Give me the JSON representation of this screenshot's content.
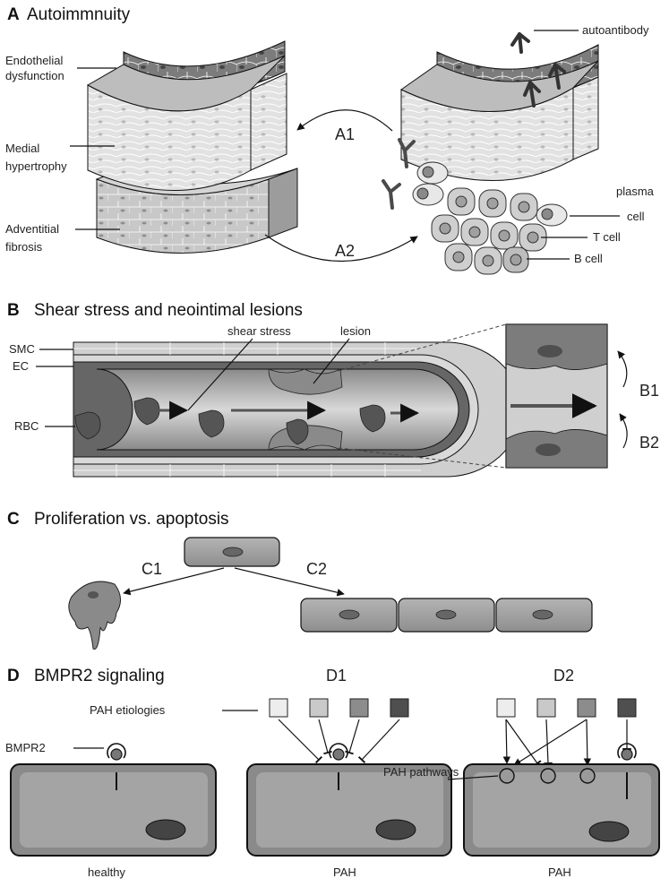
{
  "colors": {
    "endothelium": "#6e6e6e",
    "media": "#dcdcdc",
    "adventitia": "#c4c4c4",
    "cell_fill": "#9a9a9a",
    "rbc": "#5a5a5a",
    "outline": "#111111",
    "etiology_1": "#ededed",
    "etiology_2": "#c9c9c9",
    "etiology_3": "#8c8c8c",
    "etiology_4": "#4f4f4f"
  },
  "panel_a": {
    "letter": "A",
    "title": "Autoimmnuity",
    "labels": {
      "endothelial_line1": "Endothelial",
      "endothelial_line2": "dysfunction",
      "medial_line1": "Medial",
      "medial_line2": "hypertrophy",
      "adventitial_line1": "Adventitial",
      "adventitial_line2": "fibrosis",
      "autoantibody": "autoantibody",
      "plasma_line1": "plasma",
      "plasma_line2": "cell",
      "t_cell": "T cell",
      "b_cell": "B cell"
    },
    "arrow_a1": "A1",
    "arrow_a2": "A2"
  },
  "panel_b": {
    "letter": "B",
    "title": "Shear stress and neointimal lesions",
    "labels": {
      "smc": "SMC",
      "ec": "EC",
      "rbc": "RBC",
      "shear_stress": "shear stress",
      "lesion": "lesion"
    },
    "arrow_b1": "B1",
    "arrow_b2": "B2"
  },
  "panel_c": {
    "letter": "C",
    "title": "Proliferation vs. apoptosis",
    "arrow_c1": "C1",
    "arrow_c2": "C2"
  },
  "panel_d": {
    "letter": "D",
    "title": "BMPR2 signaling",
    "d1": "D1",
    "d2": "D2",
    "pah_etiologies": "PAH etiologies",
    "bmpr2": "BMPR2",
    "pah_pathways": "PAH pathways",
    "captions": {
      "healthy": "healthy",
      "pah_d1": "PAH",
      "pah_d2": "PAH"
    }
  }
}
